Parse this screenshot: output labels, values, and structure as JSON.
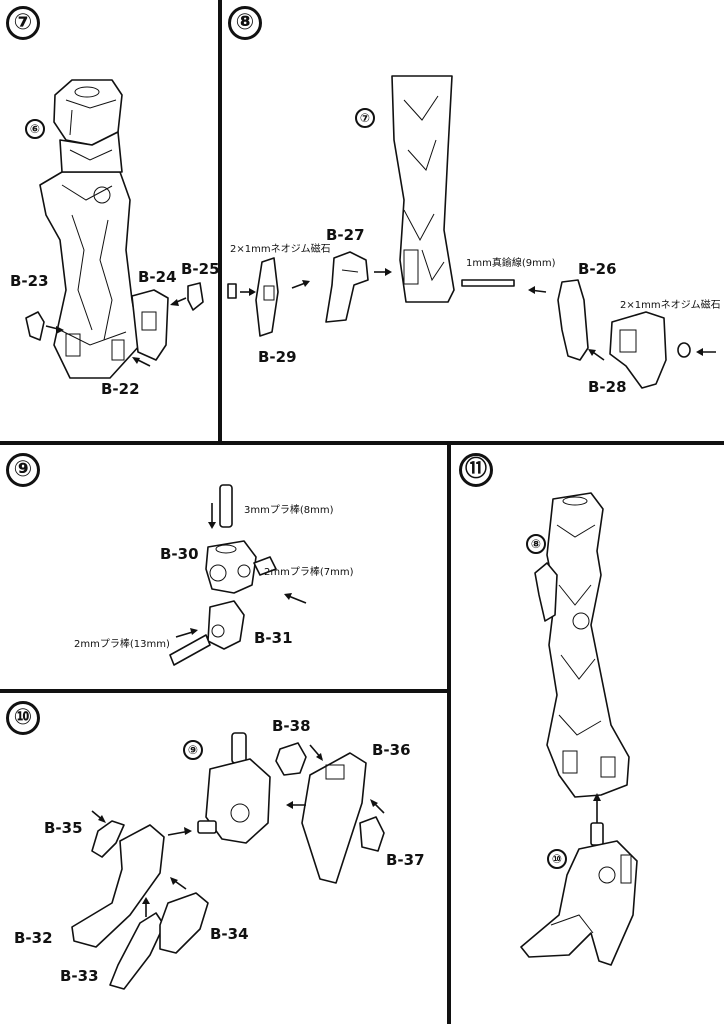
{
  "panels": {
    "p7": {
      "step": "⑦",
      "ref": "⑥",
      "labels": {
        "b23": "B-23",
        "b24": "B-24",
        "b25": "B-25",
        "b22": "B-22"
      }
    },
    "p8": {
      "step": "⑧",
      "ref": "⑦",
      "labels": {
        "b27": "B-27",
        "b29": "B-29",
        "b26": "B-26",
        "b28": "B-28"
      },
      "notes": {
        "magnet_left": "2×1mmネオジム磁石",
        "wire": "1mm真鍮線(9mm)",
        "magnet_right": "2×1mmネオジム磁石"
      }
    },
    "p9": {
      "step": "⑨",
      "labels": {
        "b30": "B-30",
        "b31": "B-31"
      },
      "notes": {
        "rod3": "3mmプラ棒(8mm)",
        "rod2_7": "2mmプラ棒(7mm)",
        "rod2_13": "2mmプラ棒(13mm)"
      }
    },
    "p10": {
      "step": "⑩",
      "ref": "⑨",
      "labels": {
        "b38": "B-38",
        "b36": "B-36",
        "b35": "B-35",
        "b37": "B-37",
        "b32": "B-32",
        "b34": "B-34",
        "b33": "B-33"
      }
    },
    "p11": {
      "step": "⑪",
      "ref_top": "⑧",
      "ref_bottom": "⑩"
    }
  }
}
